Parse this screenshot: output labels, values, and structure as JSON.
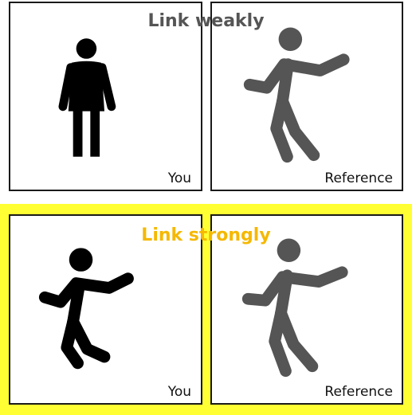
{
  "sections": {
    "weak": {
      "title": "Link weakly",
      "title_color": "#555555",
      "you_label": "You",
      "reference_label": "Reference"
    },
    "strong": {
      "title": "Link strongly",
      "title_color": "#f5b800",
      "you_label": "You",
      "reference_label": "Reference",
      "highlight_color": "#ffff33"
    }
  },
  "figures": {
    "you_weak": "standing-person-icon",
    "reference": "dancing-person-icon",
    "you_strong": "dancing-person-icon"
  },
  "colors": {
    "you_figure": "#000000",
    "reference_figure": "#555555",
    "panel_border": "#1a1a1a"
  }
}
